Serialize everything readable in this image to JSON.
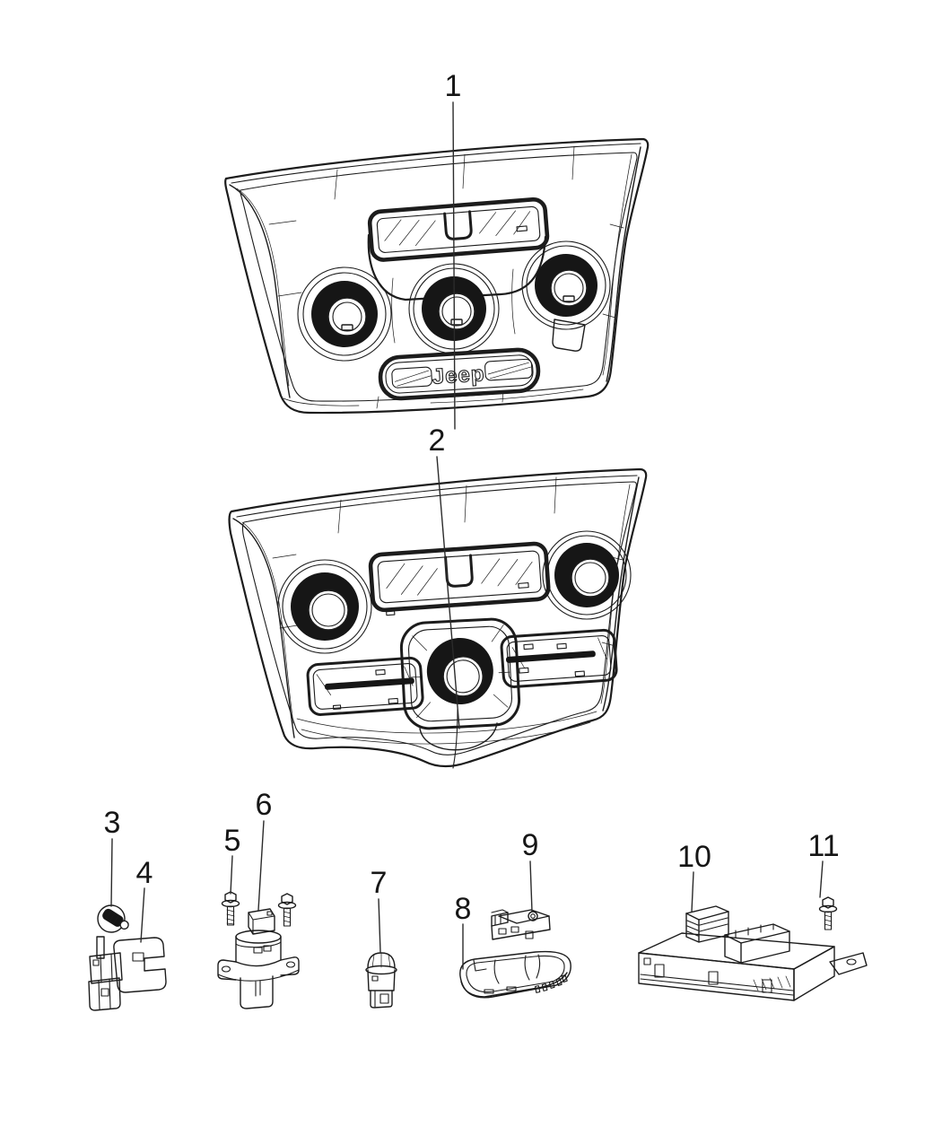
{
  "figure": {
    "background_color": "#ffffff",
    "line_color": "#1c1c1c",
    "badge_text": "Jeep"
  },
  "callouts": [
    {
      "label": "1",
      "part": "control-panel-assembly-upper"
    },
    {
      "label": "2",
      "part": "control-panel-assembly-lower"
    },
    {
      "label": "3",
      "part": "grommet-pin"
    },
    {
      "label": "4",
      "part": "sensor-with-bracket"
    },
    {
      "label": "5",
      "part": "screw-pair"
    },
    {
      "label": "6",
      "part": "actuator"
    },
    {
      "label": "7",
      "part": "push-button-switch"
    },
    {
      "label": "8",
      "part": "housing-cover"
    },
    {
      "label": "9",
      "part": "sensor-module"
    },
    {
      "label": "10",
      "part": "control-module"
    },
    {
      "label": "11",
      "part": "screw"
    }
  ]
}
